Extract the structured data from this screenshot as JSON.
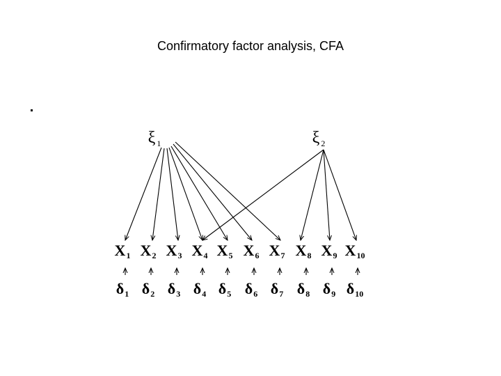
{
  "title": "Confirmatory factor analysis, CFA",
  "factors": [
    {
      "symbol": "ξ",
      "index": "1"
    },
    {
      "symbol": "ξ",
      "index": "2"
    }
  ],
  "indicators": [
    {
      "symbol": "X",
      "index": "1"
    },
    {
      "symbol": "X",
      "index": "2"
    },
    {
      "symbol": "X",
      "index": "3"
    },
    {
      "symbol": "X",
      "index": "4"
    },
    {
      "symbol": "X",
      "index": "5"
    },
    {
      "symbol": "X",
      "index": "6"
    },
    {
      "symbol": "X",
      "index": "7"
    },
    {
      "symbol": "X",
      "index": "8"
    },
    {
      "symbol": "X",
      "index": "9"
    },
    {
      "symbol": "X",
      "index": "10"
    }
  ],
  "errors": [
    {
      "symbol": "δ",
      "index": "1"
    },
    {
      "symbol": "δ",
      "index": "2"
    },
    {
      "symbol": "δ",
      "index": "3"
    },
    {
      "symbol": "δ",
      "index": "4"
    },
    {
      "symbol": "δ",
      "index": "5"
    },
    {
      "symbol": "δ",
      "index": "6"
    },
    {
      "symbol": "δ",
      "index": "7"
    },
    {
      "symbol": "δ",
      "index": "8"
    },
    {
      "symbol": "δ",
      "index": "9"
    },
    {
      "symbol": "δ",
      "index": "10"
    }
  ],
  "loadings": [
    {
      "factor": 1,
      "indicator": 1
    },
    {
      "factor": 1,
      "indicator": 2
    },
    {
      "factor": 1,
      "indicator": 3
    },
    {
      "factor": 1,
      "indicator": 4
    },
    {
      "factor": 1,
      "indicator": 5
    },
    {
      "factor": 1,
      "indicator": 6
    },
    {
      "factor": 1,
      "indicator": 7
    },
    {
      "factor": 2,
      "indicator": 4
    },
    {
      "factor": 2,
      "indicator": 8
    },
    {
      "factor": 2,
      "indicator": 9
    },
    {
      "factor": 2,
      "indicator": 10
    }
  ]
}
